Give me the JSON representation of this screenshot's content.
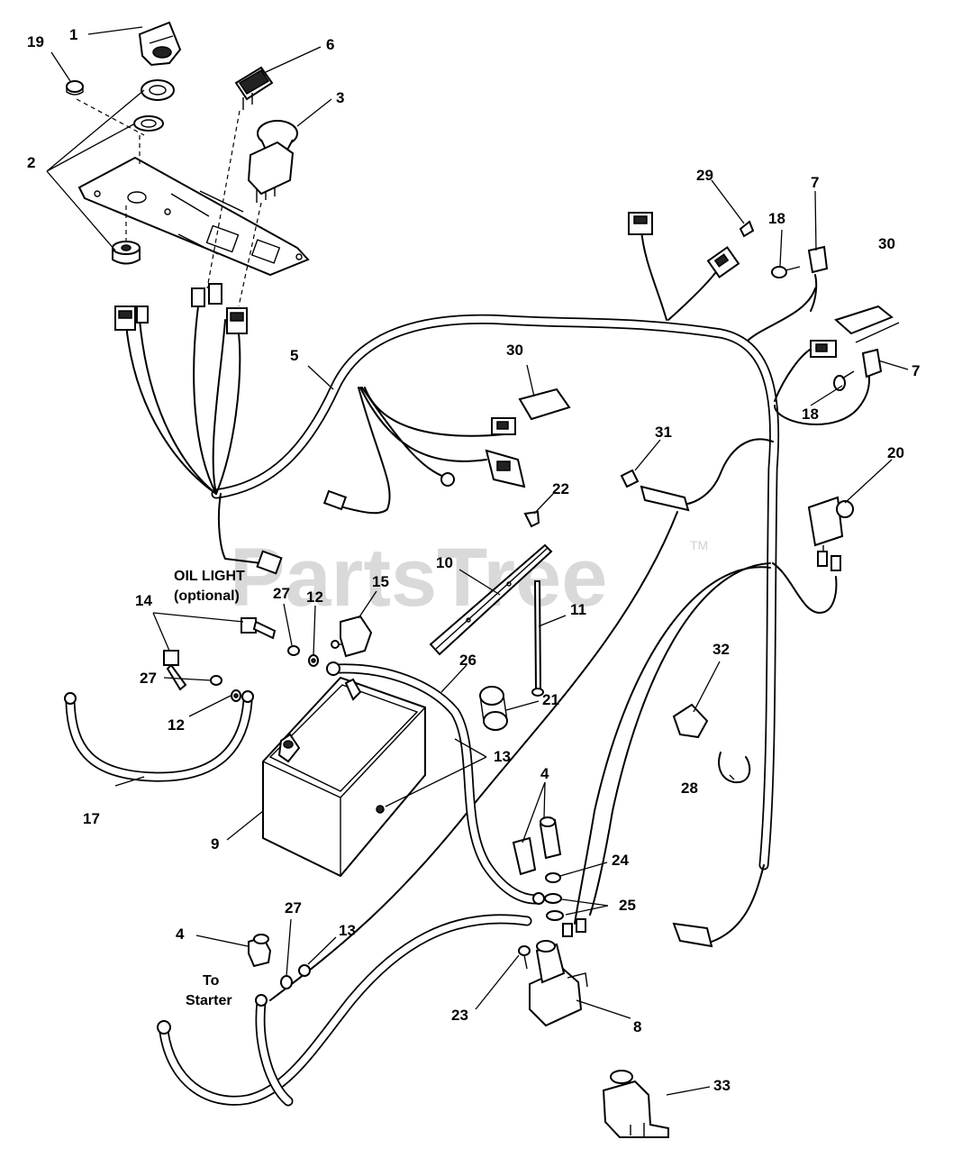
{
  "watermark": {
    "text": "PartsTree",
    "trademark": "TM"
  },
  "notes": {
    "oil_light_line1": "OIL LIGHT",
    "oil_light_line2": "(optional)",
    "to_starter_line1": "To",
    "to_starter_line2": "Starter"
  },
  "callouts": [
    {
      "id": "c1",
      "label": "1"
    },
    {
      "id": "c2",
      "label": "2"
    },
    {
      "id": "c3",
      "label": "3"
    },
    {
      "id": "c4a",
      "label": "4"
    },
    {
      "id": "c4b",
      "label": "4"
    },
    {
      "id": "c5",
      "label": "5"
    },
    {
      "id": "c6",
      "label": "6"
    },
    {
      "id": "c7a",
      "label": "7"
    },
    {
      "id": "c7b",
      "label": "7"
    },
    {
      "id": "c8",
      "label": "8"
    },
    {
      "id": "c9",
      "label": "9"
    },
    {
      "id": "c10",
      "label": "10"
    },
    {
      "id": "c11",
      "label": "11"
    },
    {
      "id": "c12a",
      "label": "12"
    },
    {
      "id": "c12b",
      "label": "12"
    },
    {
      "id": "c13a",
      "label": "13"
    },
    {
      "id": "c13b",
      "label": "13"
    },
    {
      "id": "c14",
      "label": "14"
    },
    {
      "id": "c15",
      "label": "15"
    },
    {
      "id": "c17",
      "label": "17"
    },
    {
      "id": "c18a",
      "label": "18"
    },
    {
      "id": "c18b",
      "label": "18"
    },
    {
      "id": "c19",
      "label": "19"
    },
    {
      "id": "c20",
      "label": "20"
    },
    {
      "id": "c21",
      "label": "21"
    },
    {
      "id": "c22",
      "label": "22"
    },
    {
      "id": "c23",
      "label": "23"
    },
    {
      "id": "c24",
      "label": "24"
    },
    {
      "id": "c25",
      "label": "25"
    },
    {
      "id": "c26",
      "label": "26"
    },
    {
      "id": "c27a",
      "label": "27"
    },
    {
      "id": "c27b",
      "label": "27"
    },
    {
      "id": "c27c",
      "label": "27"
    },
    {
      "id": "c28",
      "label": "28"
    },
    {
      "id": "c29",
      "label": "29"
    },
    {
      "id": "c30a",
      "label": "30"
    },
    {
      "id": "c30b",
      "label": "30"
    },
    {
      "id": "c31",
      "label": "31"
    },
    {
      "id": "c32",
      "label": "32"
    },
    {
      "id": "c33",
      "label": "33"
    }
  ]
}
